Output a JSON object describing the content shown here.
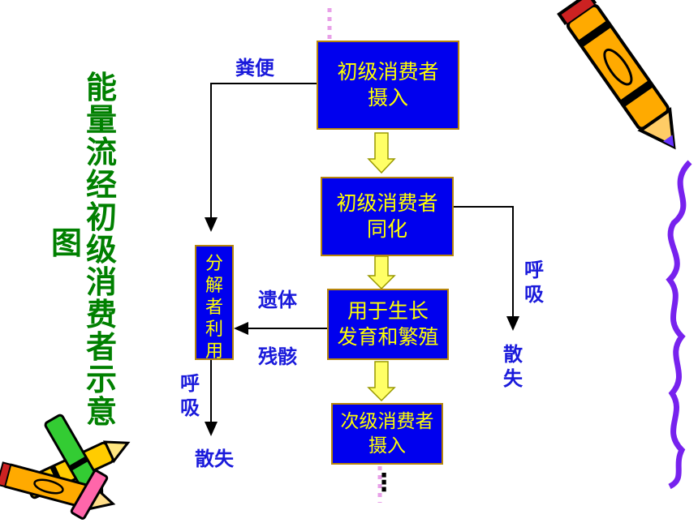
{
  "title": {
    "column1": "能量流经初级消费者示意",
    "column2": "图"
  },
  "boxes": {
    "intake": [
      "初级消费者",
      "摄入"
    ],
    "assimilation": [
      "初级消费者",
      "同化"
    ],
    "growth": [
      "用于生长",
      "发育和繁殖"
    ],
    "next_intake": [
      "次级消费者",
      "摄入"
    ],
    "decomposer": "分解者利用"
  },
  "labels": {
    "feces": "粪便",
    "remains": "遗体",
    "carcass": "残骸",
    "respiration_right": "呼吸",
    "dissipate_right": "散失",
    "respiration_left": "呼吸",
    "dissipate_left": "散失",
    "ellipsis": "⋮"
  },
  "colors": {
    "box_fill": "#0000ee",
    "box_text": "#ffff00",
    "label": "#1a1adb",
    "title": "#008000",
    "flow_arrow": "#ffff66"
  }
}
